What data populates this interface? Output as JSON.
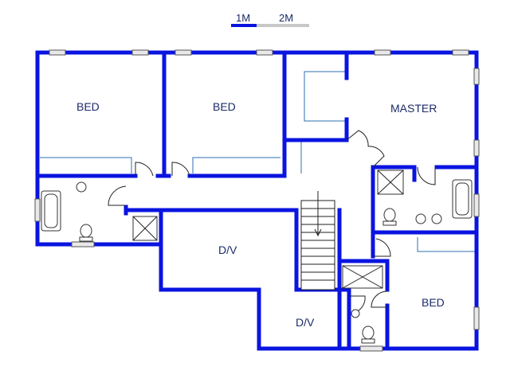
{
  "scale": {
    "label_1": "1M",
    "label_2": "2M"
  },
  "rooms": {
    "bed_1": "BED",
    "bed_2": "BED",
    "master": "MASTER",
    "dv_1": "D/V",
    "dv_2": "D/V",
    "bed_3": "BED"
  },
  "colors": {
    "wall": "#0a14e0",
    "label": "#1b2b6b",
    "background": "#ffffff"
  }
}
